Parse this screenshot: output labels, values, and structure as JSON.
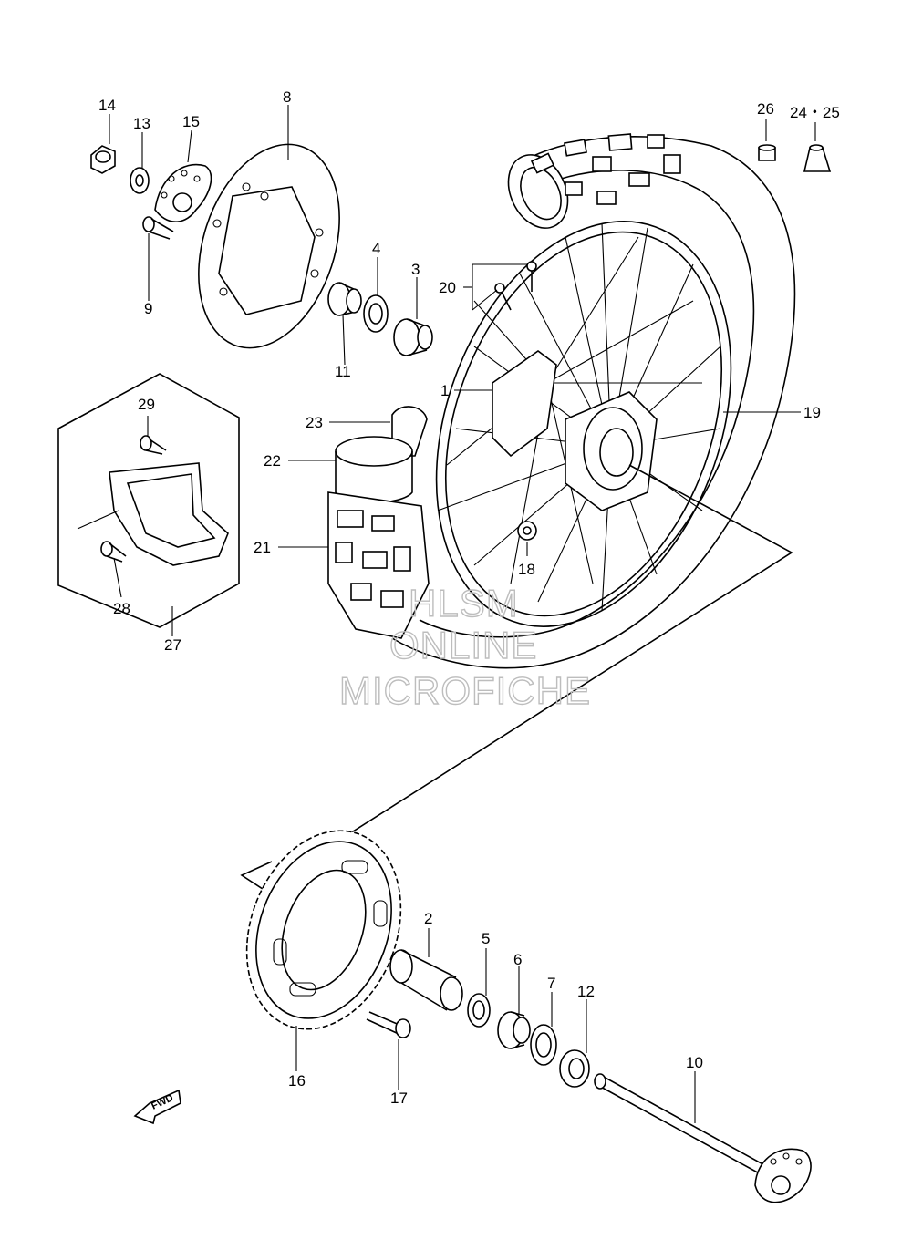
{
  "labels": {
    "p1": "1",
    "p2": "2",
    "p3": "3",
    "p4": "4",
    "p5": "5",
    "p6": "6",
    "p7": "7",
    "p8": "8",
    "p9": "9",
    "p10": "10",
    "p11": "11",
    "p12": "12",
    "p13": "13",
    "p14": "14",
    "p15": "15",
    "p16": "16",
    "p17": "17",
    "p18": "18",
    "p19": "19",
    "p20": "20",
    "p21": "21",
    "p22": "22",
    "p23": "23",
    "p24_25": "24・25",
    "p26": "26",
    "p27": "27",
    "p28": "28",
    "p29": "29"
  },
  "watermark": {
    "line1": "HLSM",
    "line2": "ONLINE",
    "line3": "MICROFICHE"
  },
  "fwd_badge": "FWD"
}
